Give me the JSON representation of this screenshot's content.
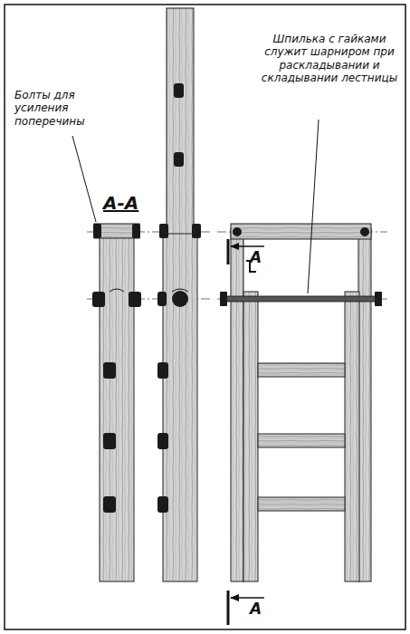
{
  "diagram": {
    "labels": [
      "Болты для усиления поперечины",
      "А-А",
      "Шпилька с гайками служит шарниром при раскладывании и складывании лестницы",
      "А",
      "А"
    ]
  }
}
